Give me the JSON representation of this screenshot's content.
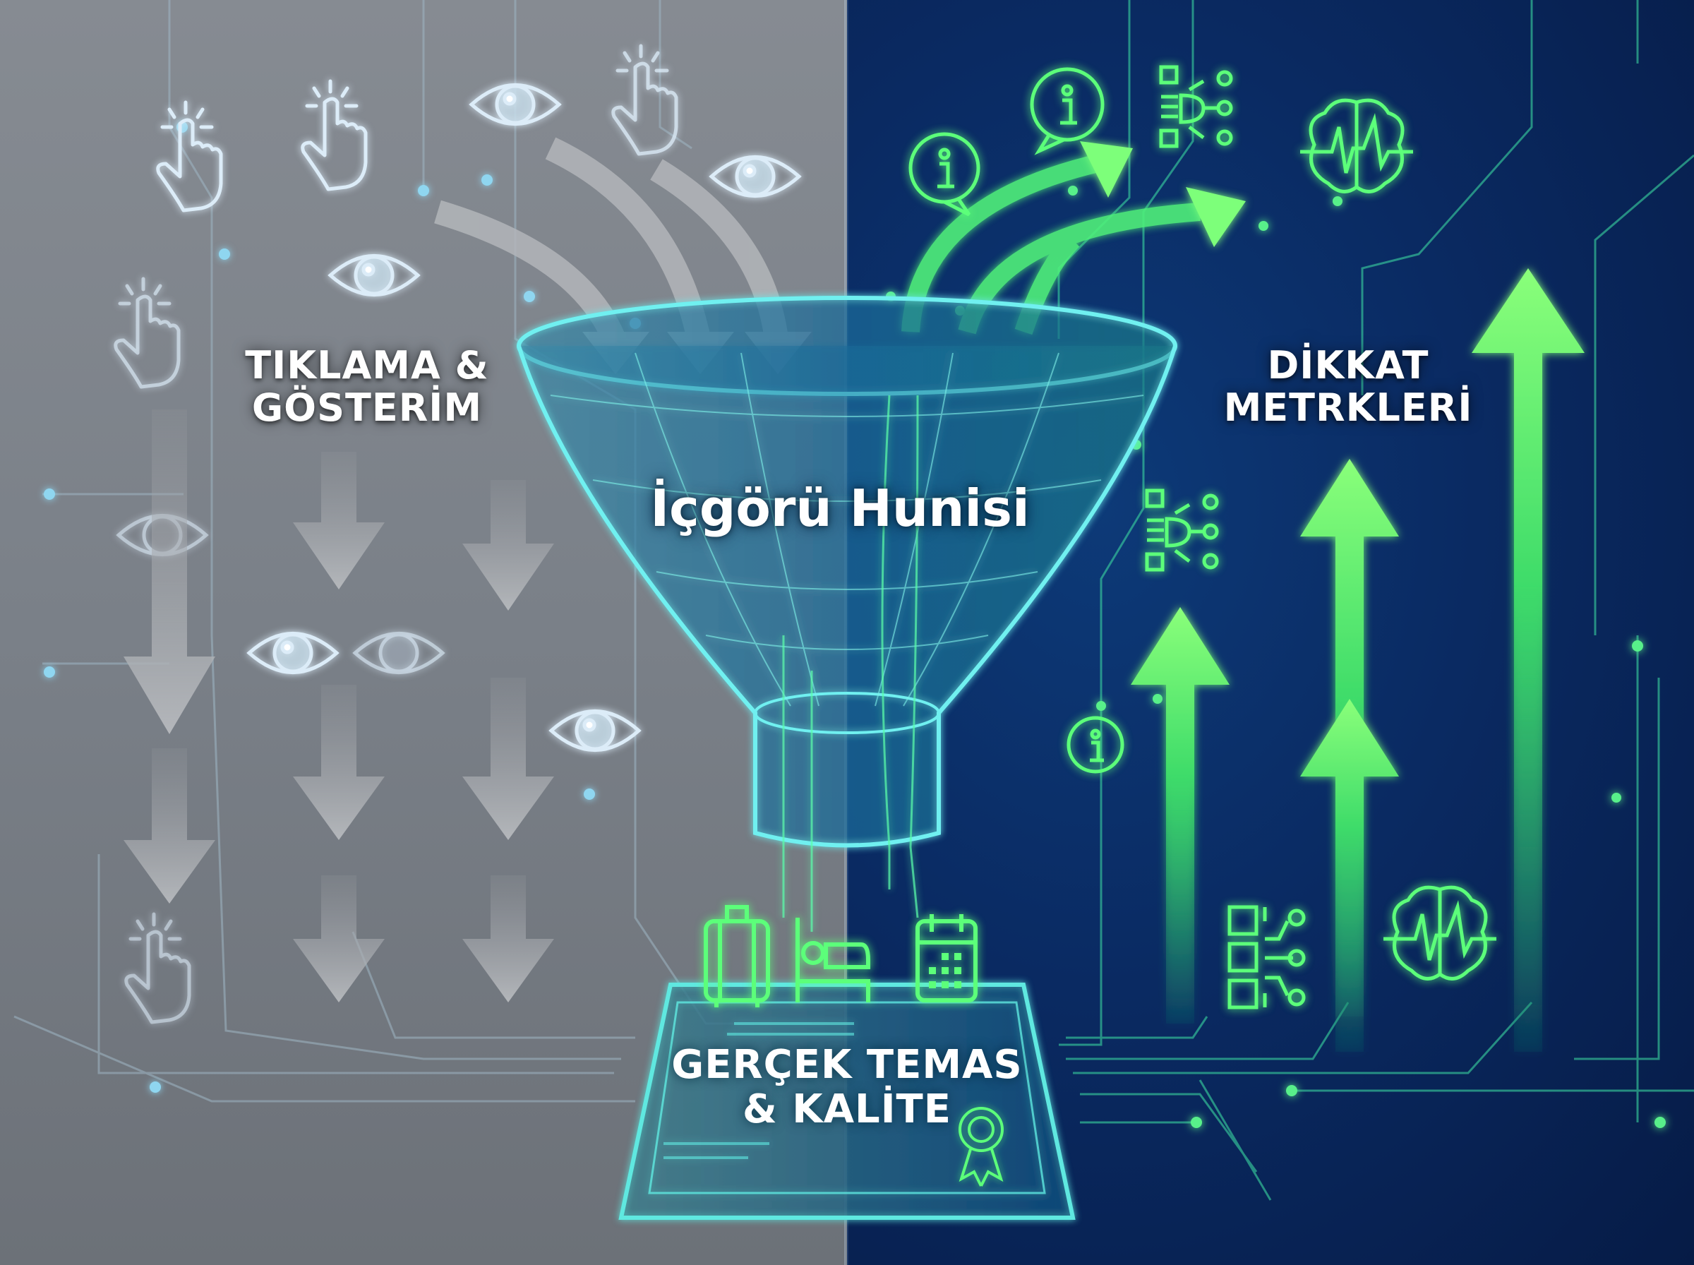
{
  "title": "İçgörü Hunisi",
  "left_panel": {
    "heading_line1": "TIKLAMA &",
    "heading_line2": "GÖSTERİM",
    "theme": "gray",
    "icons": [
      "click-hand-icon",
      "eye-icon",
      "down-arrow-icon"
    ]
  },
  "right_panel": {
    "heading_line1": "DİKKAT",
    "heading_line2": "METRKLERİ",
    "theme": "dark-blue",
    "icons": [
      "info-bubble-icon",
      "network-nodes-icon",
      "brain-pulse-icon",
      "checklist-nodes-icon",
      "up-arrow-icon"
    ]
  },
  "funnel": {
    "label": "İçgörü Hunisi"
  },
  "result_card": {
    "line1": "GERÇEK TEMAS",
    "line2": "& KALİTE",
    "icons": [
      "suitcase-icon",
      "bed-icon",
      "calendar-icon",
      "award-ribbon-icon"
    ]
  },
  "colors": {
    "left_bg": "#7a8088",
    "right_bg": "#0a2a62",
    "neon_green": "#5cff7a",
    "neon_cyan": "#5fe8e0",
    "icon_light_blue": "#d8ecf8",
    "gray_arrow": "#a4a7ab"
  }
}
